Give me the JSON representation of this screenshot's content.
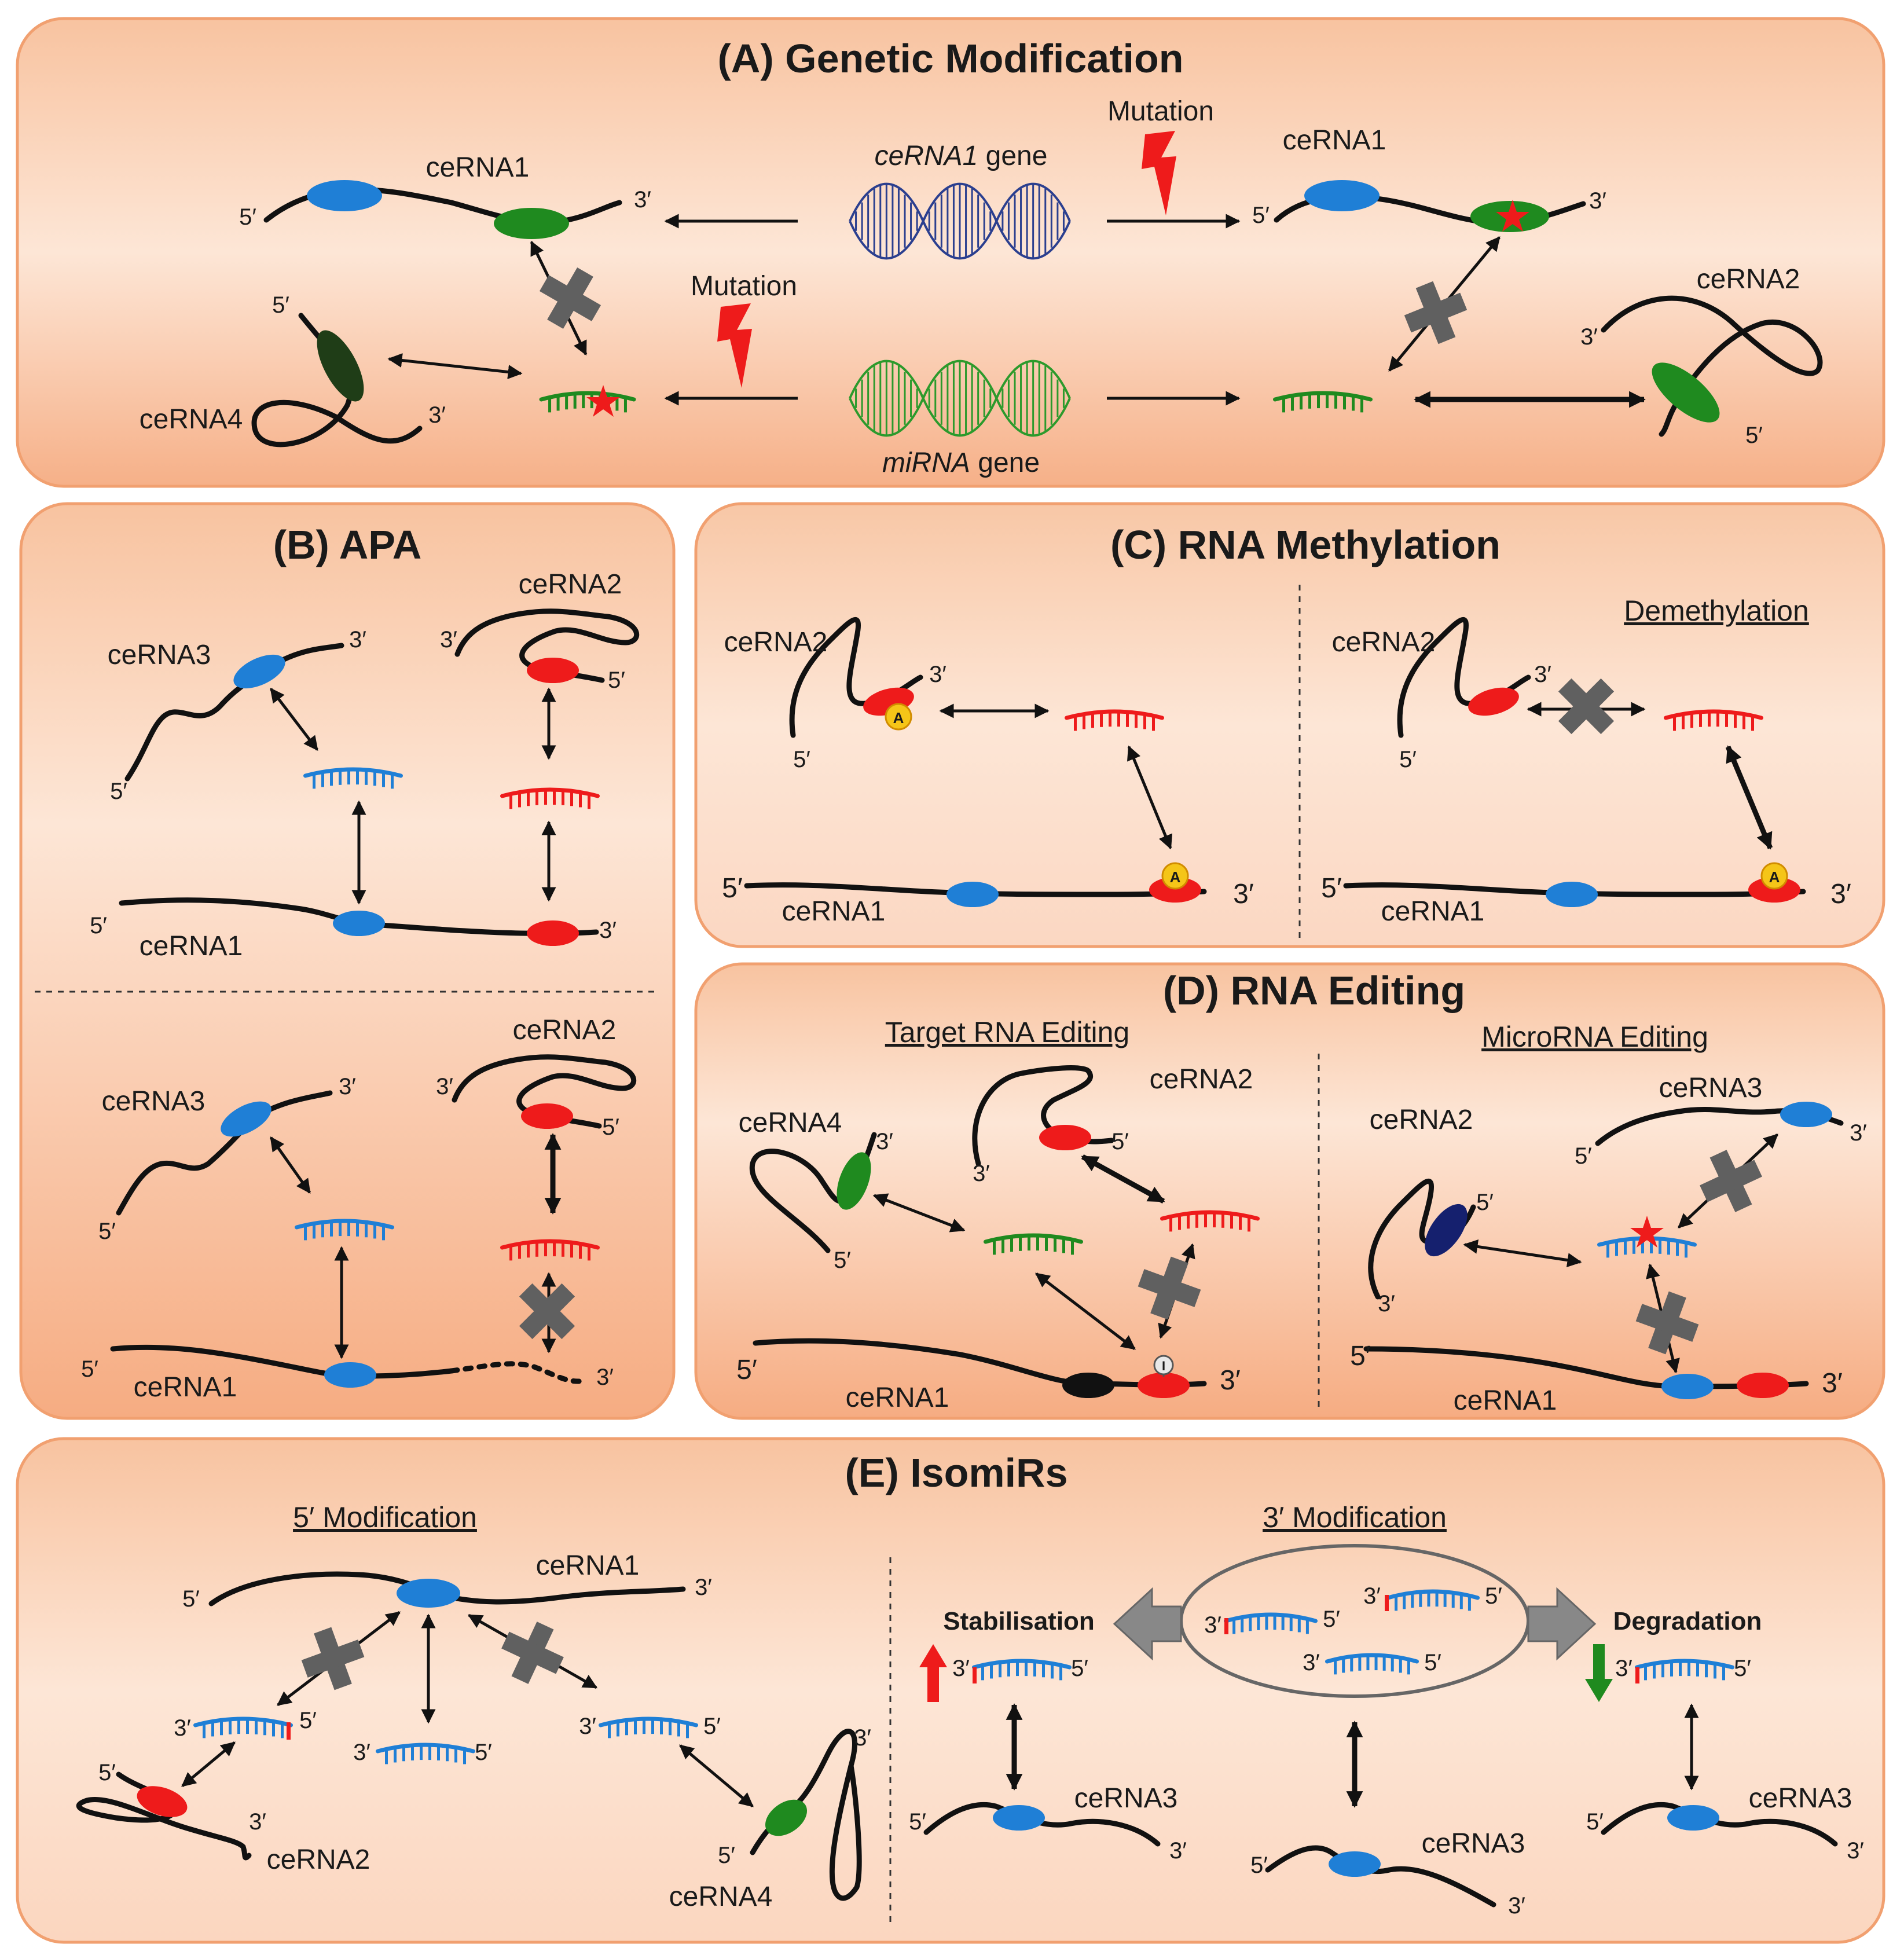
{
  "colors": {
    "panel_fill_light": "#fde3d1",
    "panel_fill_dark": "#f6b48a",
    "panel_border": "#f1a070",
    "blue": "#1f7fd6",
    "red": "#ee1b1b",
    "green": "#1f8a1f",
    "dark_green": "#1f3d17",
    "navy": "#15206e",
    "cross": "#606060",
    "dna_blue": "#2b3f8f",
    "dna_green": "#2c9a2c",
    "methyl_yellow": "#f5c518"
  },
  "panels": {
    "a": {
      "title": "(A) Genetic Modification",
      "mutation_label_1": "Mutation",
      "mutation_label_2": "Mutation",
      "gene1_italic": "ceRNA1",
      "gene1_rest": " gene",
      "gene2_italic": "miRNA",
      "gene2_rest": " gene",
      "cerna1_left": "ceRNA1",
      "cerna4": "ceRNA4",
      "cerna1_right": "ceRNA1",
      "cerna2": "ceRNA2"
    },
    "b": {
      "title": "(B) APA",
      "top_cerna3": "ceRNA3",
      "top_cerna2": "ceRNA2",
      "top_cerna1": "ceRNA1",
      "bot_cerna3": "ceRNA3",
      "bot_cerna2": "ceRNA2",
      "bot_cerna1": "ceRNA1"
    },
    "c": {
      "title": "(C) RNA Methylation",
      "demethylation": "Demethylation",
      "left_cerna2": "ceRNA2",
      "left_cerna1": "ceRNA1",
      "right_cerna2": "ceRNA2",
      "right_cerna1": "ceRNA1",
      "methyl_mark": "A"
    },
    "d": {
      "title": "(D) RNA Editing",
      "target_editing": "Target RNA Editing",
      "microrna_editing": "MicroRNA Editing",
      "left_cerna4": "ceRNA4",
      "left_cerna2": "ceRNA2",
      "left_cerna1": "ceRNA1",
      "right_cerna2": "ceRNA2",
      "right_cerna3": "ceRNA3",
      "right_cerna1": "ceRNA1",
      "inosine_mark": "I"
    },
    "e": {
      "title": "(E) IsomiRs",
      "five_mod": "5′ Modification",
      "three_mod": "3′ Modification",
      "stabilisation": "Stabilisation",
      "degradation": "Degradation",
      "cerna1": "ceRNA1",
      "cerna2": "ceRNA2",
      "cerna4": "ceRNA4",
      "cerna3_a": "ceRNA3",
      "cerna3_b": "ceRNA3",
      "cerna3_c": "ceRNA3"
    }
  },
  "ends": {
    "five": "5′",
    "three": "3′"
  }
}
